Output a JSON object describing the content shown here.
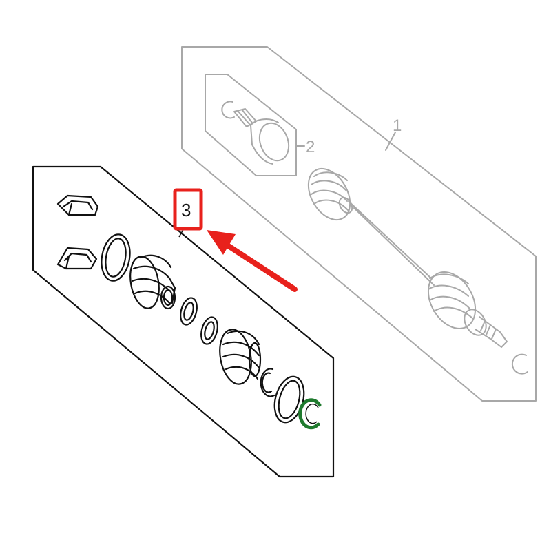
{
  "diagram": {
    "callouts": {
      "shaft_assembly": "1",
      "inner_joint": "2",
      "boot_kit": "3"
    },
    "colors": {
      "line_dark": "#111111",
      "line_gray": "#a8a8a8",
      "highlight": "#e8211c",
      "clip_green": "#1f7a2e",
      "background": "#ffffff"
    },
    "icons": {
      "highlight_box": "red-rectangle",
      "pointer": "red-arrow"
    }
  }
}
